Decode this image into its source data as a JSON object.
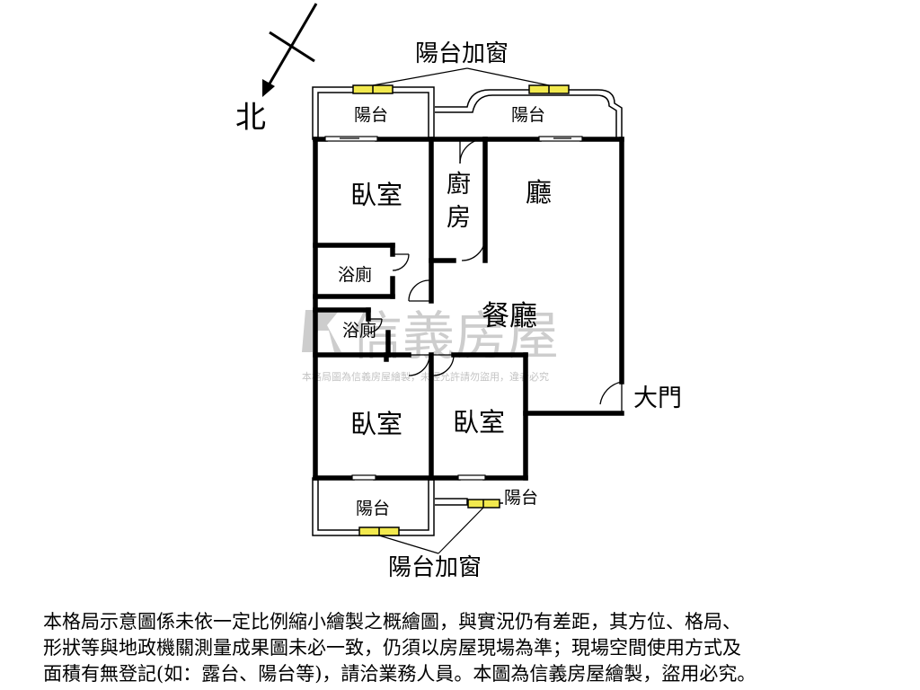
{
  "compass": {
    "label": "北"
  },
  "rooms": {
    "balcony_window_top": "陽台加窗",
    "balcony_top_left": "陽台",
    "balcony_top_right": "陽台",
    "bedroom_top": "臥室",
    "kitchen_line1": "廚",
    "kitchen_line2": "房",
    "living_room": "廳",
    "bath_upper": "浴廁",
    "bath_lower": "浴廁",
    "dining_room": "餐廳",
    "main_door": "大門",
    "bedroom_bottom_left": "臥室",
    "bedroom_bottom_right": "臥室",
    "balcony_bottom_left": "陽台",
    "balcony_bottom_right": "陽台",
    "balcony_window_bottom": "陽台加窗"
  },
  "watermark": {
    "brand": "信義房屋",
    "notice": "本格局圖為信義房屋繪製，未經允許請勿盜用，違者必究"
  },
  "disclaimer": {
    "line1": "本格局示意圖係未依一定比例縮小繪製之概繪圖，與實況仍有差距，其方位、格局、",
    "line2": "形狀等與地政機關測量成果圖未必一致，仍須以房屋現場為準；現場空間使用方式及",
    "line3": "面積有無登記(如：露台、陽台等)，請洽業務人員。本圖為信義房屋繪製，盜用必究。"
  },
  "colors": {
    "wall": "#000000",
    "window_yellow": "#f2e94e",
    "watermark": "#c8c8c8"
  }
}
